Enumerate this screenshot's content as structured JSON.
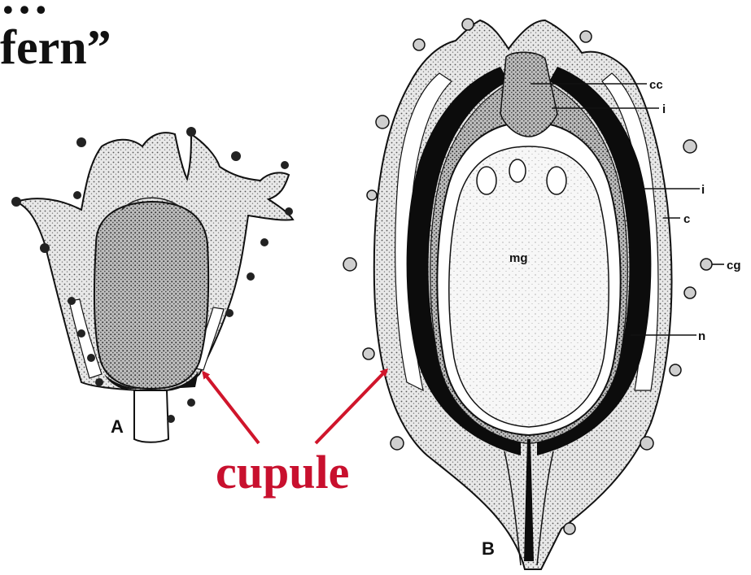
{
  "title": {
    "line1_fragment": "…",
    "line2_fragment": "fern”"
  },
  "figure_a": {
    "panel_letter": "A"
  },
  "figure_b": {
    "panel_letter": "B",
    "labels": {
      "cc": "cc",
      "i_upper": "i",
      "i_lower": "i",
      "c": "c",
      "cg": "cg",
      "mg": "mg",
      "n": "n"
    }
  },
  "annotation": {
    "text": "cupule",
    "color": "#c8102e"
  }
}
